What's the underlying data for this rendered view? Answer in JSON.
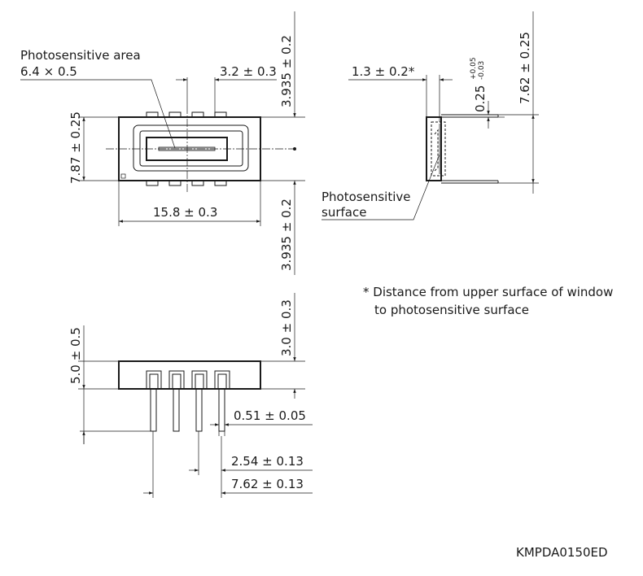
{
  "top_view": {
    "area_label_line1": "Photosensitive area",
    "area_label_line2": "6.4 × 0.5",
    "pitch_offset": "3.2 ± 0.3",
    "upper_offset": "3.935 ± 0.2",
    "lower_offset": "3.935 ± 0.2",
    "height": "7.87 ± 0.25",
    "width": "15.8 ± 0.3"
  },
  "side_view": {
    "window_depth": "1.3 ± 0.2*",
    "lead_thickness_base": "0.25",
    "lead_thickness_tol_plus": "+0.05",
    "lead_thickness_tol_minus": "-0.03",
    "lead_span": "7.62 ± 0.25",
    "surface_label_line1": "Photosensitive",
    "surface_label_line2": "surface"
  },
  "footnote": {
    "line1": "* Distance from upper surface of window",
    "line2": "to photosensitive surface"
  },
  "front_view": {
    "body_height": "5.0 ± 0.5",
    "lead_length": "3.0 ± 0.3",
    "lead_width": "0.51 ± 0.05",
    "lead_pitch": "2.54 ± 0.13",
    "row_span": "7.62 ± 0.13"
  },
  "drawing_code": "KMPDA0150ED"
}
